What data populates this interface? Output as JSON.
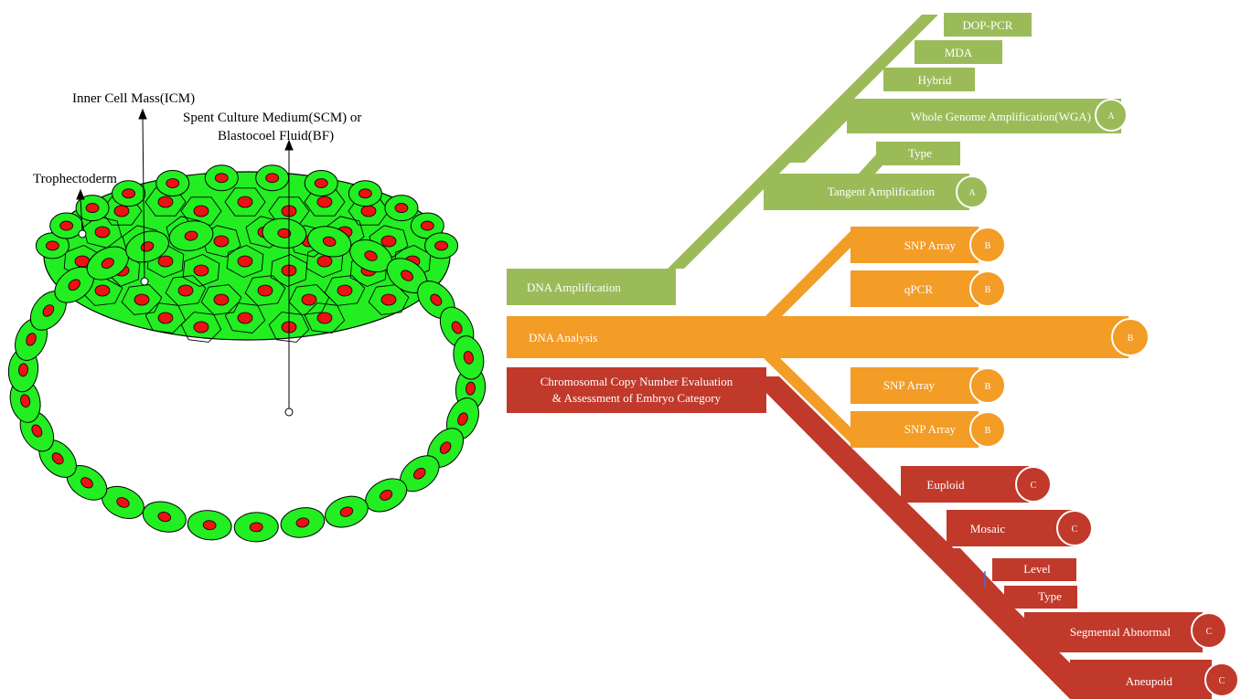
{
  "colors": {
    "green": "#9bbb59",
    "orange": "#f39c26",
    "red": "#c0392b",
    "cell_green": "#22ee22",
    "nucleus_red": "#ee1111"
  },
  "embryo": {
    "labels": {
      "icm": "Inner Cell Mass(ICM)",
      "scm_line1": "Spent Culture Medium(SCM) or",
      "scm_line2": "Blastocoel Fluid(BF)",
      "trophectoderm": "Trophectoderm"
    }
  },
  "mindmap": {
    "amplification": {
      "root": "DNA Amplification",
      "wga": "Whole Genome Amplification(WGA)",
      "wga_badge": "A",
      "dop_pcr": "DOP-PCR",
      "mda": "MDA",
      "hybrid": "Hybrid",
      "tangent": "Tangent Amplification",
      "tangent_badge": "A",
      "type": "Type"
    },
    "analysis": {
      "root": "DNA Analysis",
      "root_badge": "B",
      "items": [
        {
          "label": "SNP Array",
          "badge": "B"
        },
        {
          "label": "qPCR",
          "badge": "B"
        },
        {
          "label": "SNP Array",
          "badge": "B"
        },
        {
          "label": "SNP Array",
          "badge": "B"
        }
      ]
    },
    "evaluation": {
      "root_line1": "Chromosomal Copy Number Evaluation",
      "root_line2": "& Assessment of Embryo Category",
      "euploid": "Euploid",
      "euploid_badge": "C",
      "mosaic": "Mosaic",
      "mosaic_badge": "C",
      "level": "Level",
      "type": "Type",
      "segmental": "Segmental Abnormal",
      "segmental_badge": "C",
      "aneupoid": "Aneupoid",
      "aneupoid_badge": "C"
    }
  }
}
